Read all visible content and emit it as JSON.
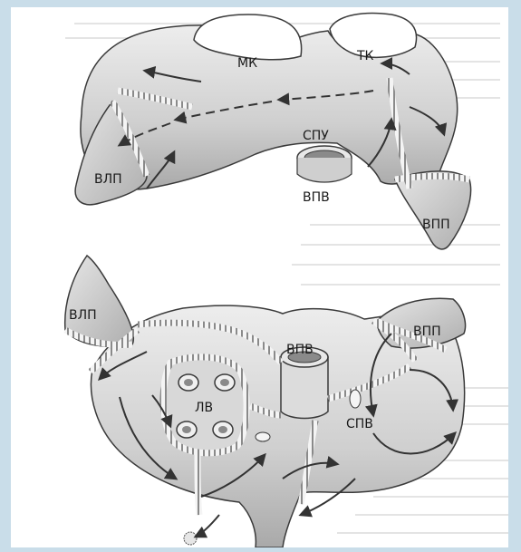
{
  "colors": {
    "frame": "#c9dde9",
    "paper": "#ffffff",
    "tissue": "#d4d4d4",
    "tissue_dark": "#9a9a9a",
    "line": "#3a3a3a"
  },
  "top_view": {
    "labels": {
      "mk": "МК",
      "tk": "ТК",
      "spu": "СПУ",
      "vpv": "ВПВ",
      "vlp": "ВЛП",
      "vpp": "ВПП"
    }
  },
  "bottom_view": {
    "labels": {
      "vlp": "ВЛП",
      "vpp": "ВПП",
      "vpv": "ВПВ",
      "lv": "ЛВ",
      "spv": "СПВ"
    }
  }
}
